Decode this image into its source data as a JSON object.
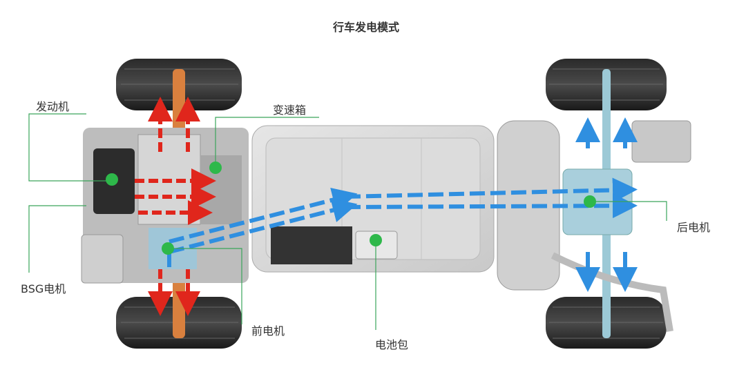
{
  "title": "行车发电模式",
  "labels": {
    "engine": "发动机",
    "gearbox": "变速箱",
    "bsg_motor": "BSG电机",
    "front_motor": "前电机",
    "battery_pack": "电池包",
    "rear_motor": "后电机"
  },
  "colors": {
    "engine_flow": "#e0261c",
    "electric_flow": "#2f8fe0",
    "marker": "#2eb84a",
    "leader_line": "#3aa55a"
  }
}
